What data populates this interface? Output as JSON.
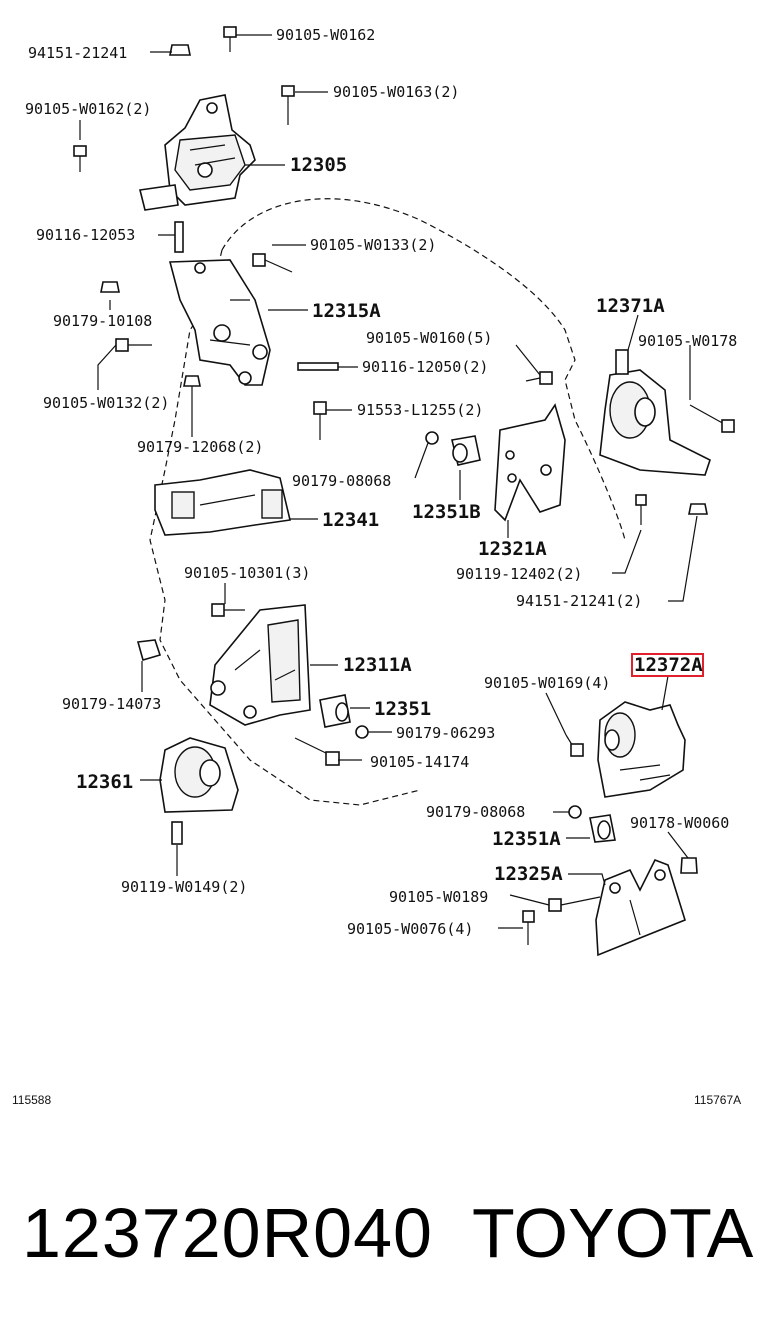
{
  "labels": {
    "p94151_21241_top": "94151-21241",
    "p90105_W0162": "90105-W0162",
    "p90105_W0162_2": "90105-W0162(2)",
    "p90105_W0163_2": "90105-W0163(2)",
    "p12305": "12305",
    "p90116_12053": "90116-12053",
    "p90105_W0133_2": "90105-W0133(2)",
    "p90179_10108": "90179-10108",
    "p12315A": "12315A",
    "p12371A": "12371A",
    "p90105_W0160_5": "90105-W0160(5)",
    "p90105_W0178": "90105-W0178",
    "p90116_12050_2": "90116-12050(2)",
    "p90105_W0132_2": "90105-W0132(2)",
    "p91553_L1255_2": "91553-L1255(2)",
    "p90179_12068_2": "90179-12068(2)",
    "p90179_08068_a": "90179-08068",
    "p12351B": "12351B",
    "p12341": "12341",
    "p12321A": "12321A",
    "p90119_12402_2": "90119-12402(2)",
    "p90105_10301_3": "90105-10301(3)",
    "p94151_21241_2": "94151-21241(2)",
    "p12311A": "12311A",
    "p12372A": "12372A",
    "p90105_W0169_4": "90105-W0169(4)",
    "p90179_14073": "90179-14073",
    "p12351": "12351",
    "p90179_06293": "90179-06293",
    "p12361": "12361",
    "p90105_14174": "90105-14174",
    "p90179_08068_b": "90179-08068",
    "p90178_W0060": "90178-W0060",
    "p12351A": "12351A",
    "p90119_W0149_2": "90119-W0149(2)",
    "p12325A": "12325A",
    "p90105_W0189": "90105-W0189",
    "p90105_W0076_4": "90105-W0076(4)",
    "ref_left": "115588",
    "ref_right": "115767A"
  },
  "highlight": {
    "part": "12372A",
    "color": "#e0212b"
  },
  "footer": {
    "part_number": "123720R040",
    "brand": "TOYOTA"
  }
}
